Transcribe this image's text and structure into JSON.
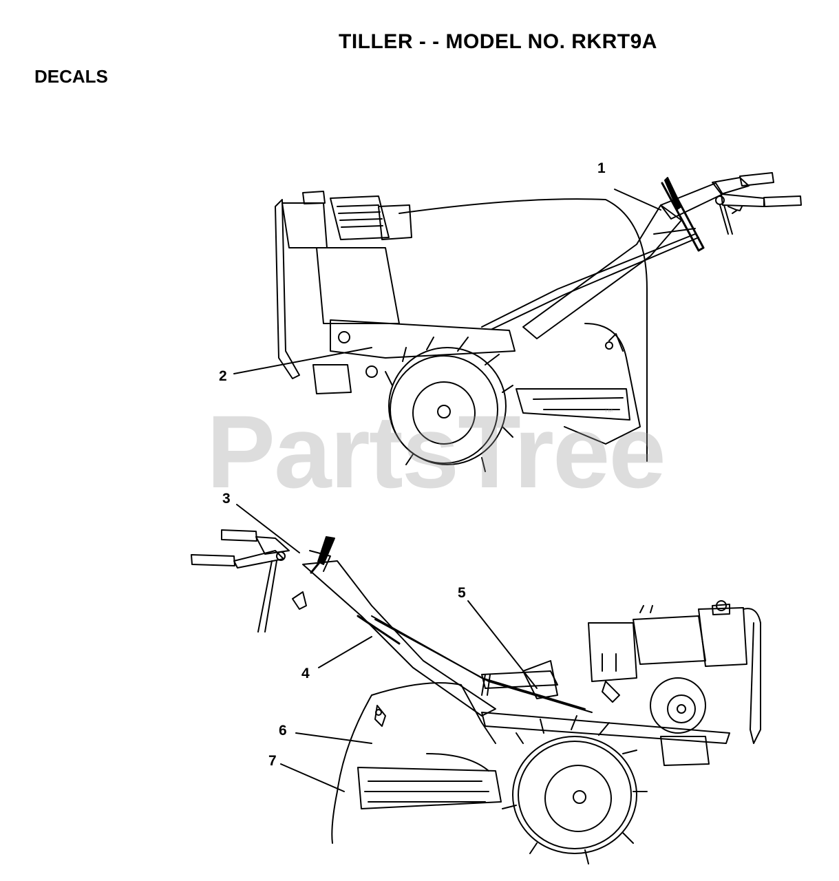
{
  "header": {
    "title": "TILLER - - MODEL NO. RKRT9A"
  },
  "section": {
    "label": "DECALS"
  },
  "callouts": [
    "1",
    "2",
    "3",
    "4",
    "5",
    "6",
    "7"
  ],
  "watermark": {
    "text": "PartsTree",
    "mark": "™"
  }
}
